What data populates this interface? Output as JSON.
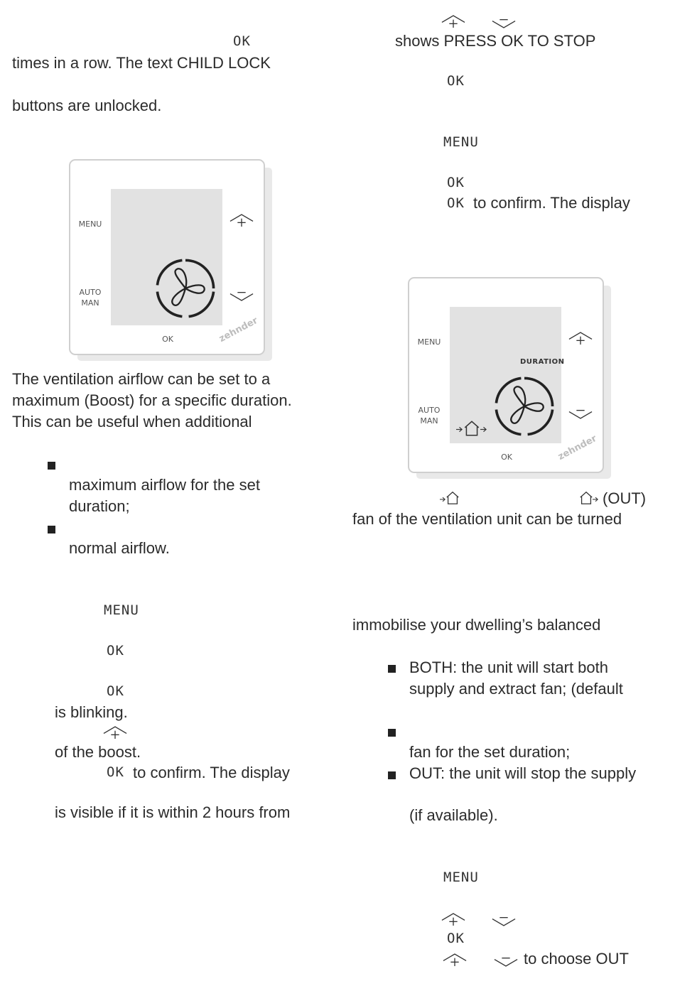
{
  "left_column": {
    "ok_top": "OK",
    "line_child_lock": "times in a row. The text CHILD LOCK",
    "line_unlocked": "buttons are unlocked.",
    "device1": {
      "menu_label": "MENU",
      "auto_label": "AUTO",
      "man_label": "MAN",
      "ok_label": "OK",
      "brand": "zehnder"
    },
    "boost_intro": [
      "The ventilation airflow can be set to a",
      "maximum (Boost) for a specific duration.",
      "This can be useful when additional"
    ],
    "bullet1": [
      "maximum airflow for the set",
      "duration;"
    ],
    "bullet2": [
      "normal airflow."
    ],
    "steps": {
      "menu": "MENU",
      "ok1": "OK",
      "ok2": "OK",
      "blinking": "is blinking.",
      "of_boost": "of the boost.",
      "ok3": "OK",
      "confirm": "to confirm. The display",
      "visible": "is visible if it is within 2 hours from"
    }
  },
  "right_column": {
    "shows_stop": "shows PRESS OK TO STOP",
    "ok1": "OK",
    "menu": "MENU",
    "ok2": "OK",
    "ok3": "OK",
    "confirm": "to confirm. The display",
    "device2": {
      "menu_label": "MENU",
      "auto_label": "AUTO",
      "man_label": "MAN",
      "ok_label": "OK",
      "duration": "DURATION",
      "brand": "zehnder"
    },
    "out_text": "(OUT)",
    "fan_line": "fan of the ventilation unit can be turned",
    "immobilise": "immobilise your dwelling’s balanced",
    "bullet_both": [
      "BOTH: the unit will start both",
      "supply and extract fan; (default"
    ],
    "bullet_in": [
      "fan for the set duration;"
    ],
    "bullet_out": "OUT: the unit will stop the supply",
    "if_available": "(if available).",
    "menu2": "MENU",
    "ok4": "OK",
    "choose_out": "to choose OUT"
  },
  "icons": {
    "plus": "plus-arrow-icon",
    "minus": "minus-arrow-icon",
    "fan": "fan-icon",
    "house_in": "house-in-icon",
    "house_out": "house-out-icon",
    "house_both": "house-both-icon",
    "bullet": "square-bullet-icon"
  },
  "colors": {
    "text": "#2b2b2b",
    "screen": "#e2e2e2",
    "device_border": "#cfcfcf",
    "brand": "#bdbdbd"
  }
}
